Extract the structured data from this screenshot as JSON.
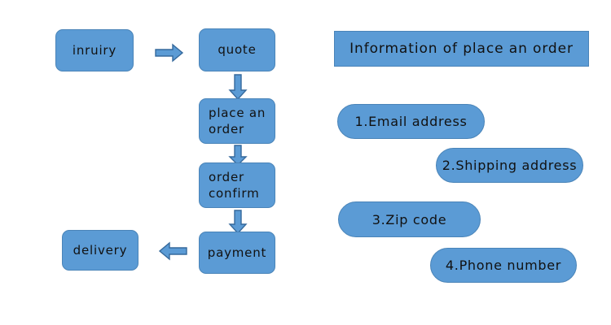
{
  "diagram": {
    "title_banner": "Information of place an order",
    "flow": {
      "nodes": [
        {
          "id": "inruiry",
          "label": "inruiry"
        },
        {
          "id": "quote",
          "label": "quote"
        },
        {
          "id": "place-an-order",
          "label": "place an order"
        },
        {
          "id": "order-confirm",
          "label": "order confirm"
        },
        {
          "id": "payment",
          "label": "payment"
        },
        {
          "id": "delivery",
          "label": "delivery"
        }
      ],
      "arrows": [
        {
          "id": "inruiry-to-quote",
          "direction": "right"
        },
        {
          "id": "quote-to-place-an-order",
          "direction": "down"
        },
        {
          "id": "place-an-order-to-confirm",
          "direction": "down"
        },
        {
          "id": "confirm-to-payment",
          "direction": "down"
        },
        {
          "id": "payment-to-delivery",
          "direction": "left"
        }
      ]
    },
    "info_items": [
      {
        "id": "email-address",
        "label": "1.Email address"
      },
      {
        "id": "shipping-address",
        "label": "2.Shipping address"
      },
      {
        "id": "zip-code",
        "label": "3.Zip code"
      },
      {
        "id": "phone-number",
        "label": "4.Phone number"
      }
    ]
  },
  "colors": {
    "shape_fill": "#5b9bd5",
    "shape_border": "#4a84b8",
    "arrow_fill": "#5b9bd5",
    "arrow_border": "#35699c",
    "text": "#111111",
    "background": "#ffffff"
  }
}
